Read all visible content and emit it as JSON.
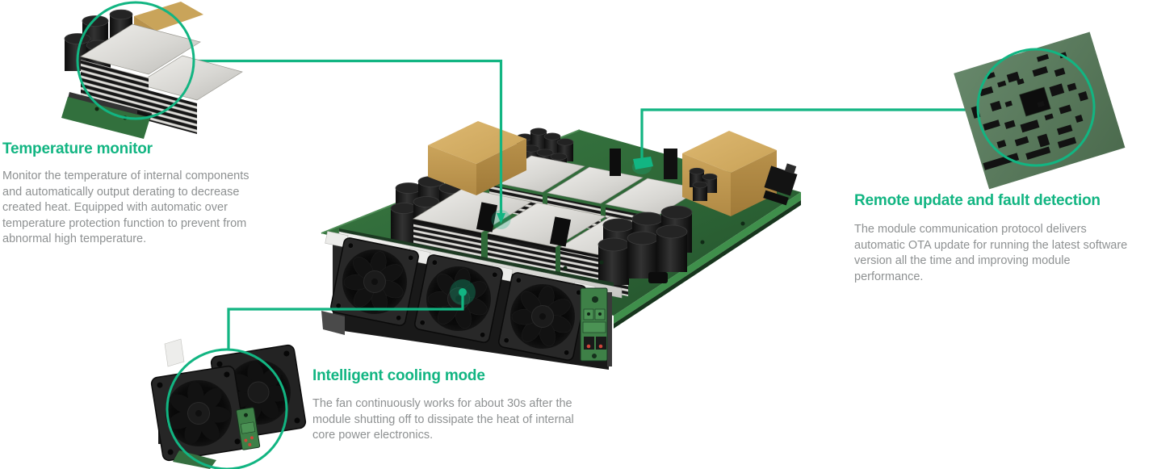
{
  "page": {
    "background": "#ffffff"
  },
  "colors": {
    "accent": "#12b582",
    "body_text": "#8e9192",
    "page_bg": "#ffffff",
    "pcb_green": "#2e6837",
    "pcb_edge_green": "#3f8f4b",
    "callout_pcb_sage": "#5b7c5c",
    "transformer_gold": "#c9a257",
    "heatsink_silver": "#d9d8d4",
    "component_black": "#1a1a1a"
  },
  "callouts": {
    "temperature": {
      "heading": "Temperature monitor",
      "photo": "heatsink-closeup",
      "lines": [
        "Monitor the temperature of internal components",
        "and automatically output derating to decrease",
        "created heat. Equipped with automatic over",
        "temperature protection function to prevent from",
        "abnormal high temperature."
      ]
    },
    "remote": {
      "heading": "Remote update and fault detection",
      "photo": "control-pcb-closeup",
      "lines": [
        "The module communication protocol delivers",
        "automatic OTA update for running the latest software",
        "version all the time and improving module",
        "performance."
      ]
    },
    "cooling": {
      "heading": "Intelligent cooling mode",
      "photo": "cooling-fans-closeup",
      "lines": [
        "The fan continuously works for about 30s after the",
        "module shutting off to dissipate the heat of internal",
        "core power electronics."
      ]
    }
  }
}
